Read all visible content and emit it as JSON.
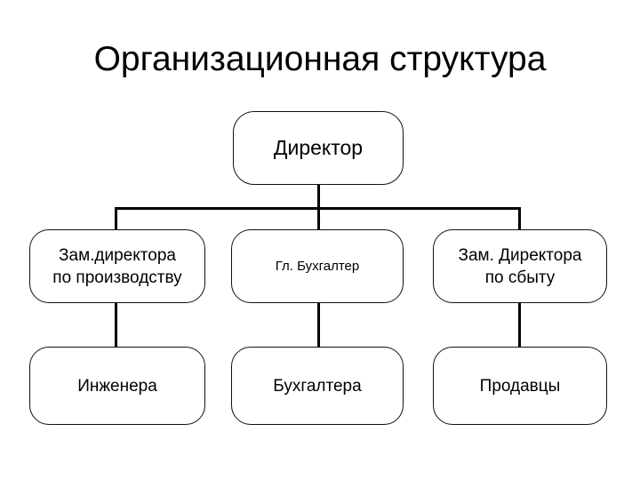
{
  "slide": {
    "title": "Организационная структура",
    "background_color": "#ffffff",
    "text_color": "#000000",
    "border_color": "#111111"
  },
  "chart_data": {
    "type": "diagram",
    "subtype": "org-chart",
    "title": "Организационная структура",
    "nodes": [
      {
        "id": "director",
        "label": "Директор",
        "level": 1
      },
      {
        "id": "deputy-production",
        "label": "Зам.директора\nпо производству",
        "level": 2
      },
      {
        "id": "chief-accountant",
        "label": "Гл. Бухгалтер",
        "level": 2
      },
      {
        "id": "deputy-sales",
        "label": "Зам. Директора\nпо сбыту",
        "level": 2
      },
      {
        "id": "engineers",
        "label": "Инженера",
        "level": 3
      },
      {
        "id": "accountants",
        "label": "Бухгалтера",
        "level": 3
      },
      {
        "id": "sellers",
        "label": "Продавцы",
        "level": 3
      }
    ],
    "edges": [
      {
        "from": "director",
        "to": "deputy-production"
      },
      {
        "from": "director",
        "to": "chief-accountant"
      },
      {
        "from": "director",
        "to": "deputy-sales"
      },
      {
        "from": "deputy-production",
        "to": "engineers"
      },
      {
        "from": "chief-accountant",
        "to": "accountants"
      },
      {
        "from": "deputy-sales",
        "to": "sellers"
      }
    ]
  }
}
